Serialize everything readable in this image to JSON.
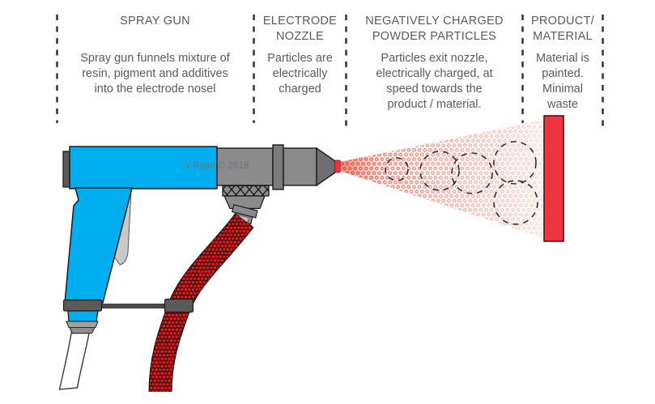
{
  "title": "Electrostatic powder coating spray gun diagram",
  "sections": [
    {
      "id": "spray-gun",
      "heading": "SPRAY GUN",
      "body": "Spray gun funnels mixture of\nresin, pigment and additives\ninto the electrode nosel"
    },
    {
      "id": "electrode-nozzle",
      "heading": "ELECTRODE\nNOZZLE",
      "body": "Particles are\nelectrically\ncharged"
    },
    {
      "id": "powder-particles",
      "heading": "NEGATIVELY CHARGED\nPOWDER PARTICLES",
      "body": "Particles exit nozzle,\nelectrically charged, at\nspeed towards the\nproduct / material."
    },
    {
      "id": "product-material",
      "heading": "PRODUCT/\nMATERIAL",
      "body": "Material is\npainted.\nMinimal\nwaste"
    }
  ],
  "watermark": "V.Ryan © 2018",
  "colors": {
    "gun_body_blue": "#00AEEF",
    "metal_gray": "#8B8B8B",
    "dark_gray": "#5A5A5A",
    "cable_red": "#D42222",
    "panel_red": "#EE3540",
    "spray_dot_red": "#E05945",
    "text_gray": "#595A5C"
  }
}
